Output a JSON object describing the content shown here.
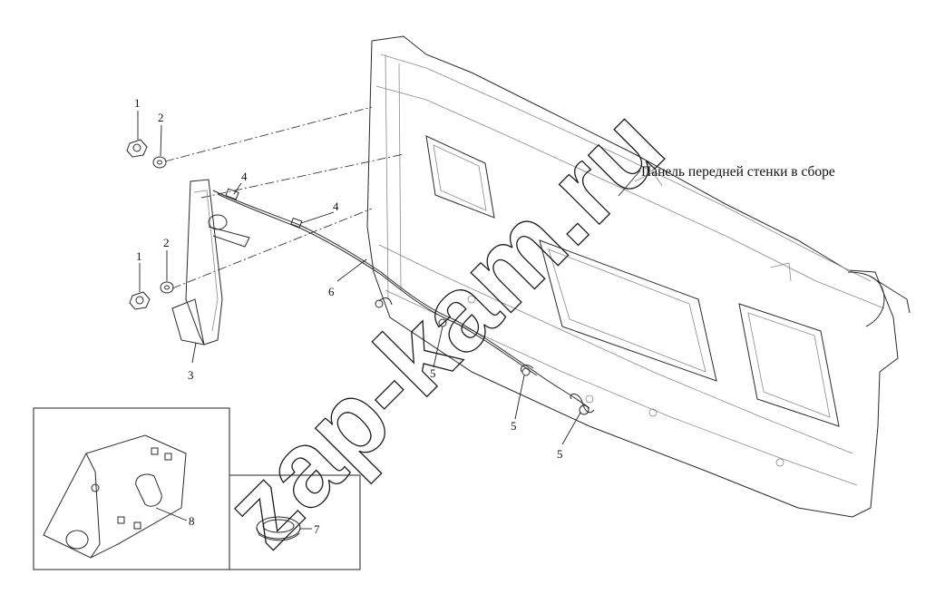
{
  "assembly_label": "Панель передней стенки в сборе",
  "watermark": "zap-kam.ru",
  "callouts": {
    "c1a": "1",
    "c2a": "2",
    "c1b": "1",
    "c2b": "2",
    "c3": "3",
    "c4a": "4",
    "c4b": "4",
    "c6": "6",
    "c5a": "5",
    "c5b": "5",
    "c5c": "5",
    "c7": "7",
    "c8": "8"
  }
}
